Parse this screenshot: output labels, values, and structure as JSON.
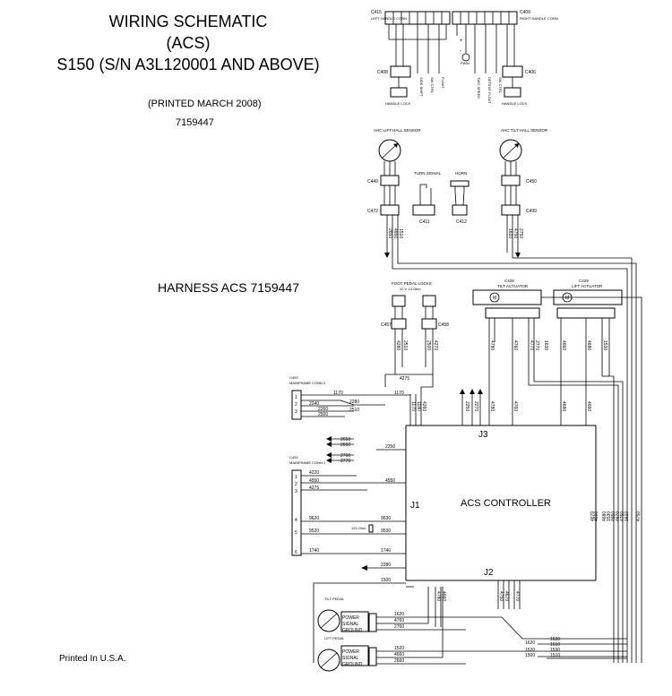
{
  "title": {
    "line1": "WIRING SCHEMATIC",
    "line2": "(ACS)",
    "line3": "S150 (S/N A3L120001 AND ABOVE)",
    "printed": "(PRINTED MARCH 2008)",
    "part_number": "7159447"
  },
  "harness_label": "HARNESS ACS 7159447",
  "controller_label": "ACS CONTROLLER",
  "footer": "Printed In U.S.A.",
  "connectors": {
    "j1": "J1",
    "j2": "J2",
    "j3": "J3",
    "c415": "C415",
    "c415_desc": "LEFT HANDLE CONN",
    "c409": "C409",
    "c409_desc": "RIGHT HANDLE CONN",
    "c408": "C408",
    "c406": "C406",
    "c449": "C449",
    "c450": "C450",
    "c472": "C472",
    "c499": "C499",
    "c411": "C411",
    "c412": "C412",
    "c457": "C457",
    "c458": "C458",
    "c428": "C428",
    "c429": "C429",
    "c493": "C493",
    "c493_desc": "MAINFRAME CONN 2",
    "c492": "C492",
    "c492_desc": "MAINFRAME CONN 1"
  },
  "components": {
    "handle_lock_left": "HANDLE LOCK",
    "handle_lock_right": "HANDLE LOCK",
    "side_shift": "SIDE SHIFT",
    "sw_ctrl_left": "SW CTRL",
    "float": "FLOAT",
    "pwm": "PWM",
    "two_speed": "TWO SPEED",
    "detent_float": "DETENT FLOAT",
    "sw_ctrl_right": "SW CTRL",
    "lift_hall": "AHC LIFT HALL SENSOR",
    "tilt_hall": "AHC TILT HALL SENSOR",
    "turn_signal": "TURN SIGNAL",
    "horn": "HORN",
    "foot_pedal_locks": "FOOT PEDAL LOCKS",
    "foot_pedal_ohm": "12 V 13 Ohm",
    "tilt_actuator": "TILT ACTUATOR",
    "lift_actuator": "LIFT ACTUATOR",
    "resistor": "120 Ohm",
    "tilt_pedal": "TILT PEDAL",
    "lift_pedal": "LIFT PEDAL",
    "power": "POWER",
    "signal": "SIGNAL",
    "ground": "GROUND"
  },
  "wires": {
    "w2650a": "2650",
    "w4650": "4650",
    "w1510a": "1510",
    "w1610": "1610",
    "w4750": "4750",
    "w2750": "2750",
    "w4275": "4275",
    "w4280": "4280",
    "w2510": "2510",
    "w2500": "2500",
    "w4270": "4270",
    "w4760": "4760",
    "w4770": "4770",
    "w2770": "2770",
    "w1630": "1630",
    "w4660": "4660",
    "w4680": "4680",
    "w1530": "1530",
    "w1170a": "1170",
    "w1170b": "1170",
    "w2280a": "2280",
    "w2510b": "2510",
    "w2240": "2240",
    "w2260": "2260",
    "w2500b": "2500",
    "w2650b": "2650",
    "w2660": "2660",
    "w2760": "2760",
    "w2770b": "2770",
    "w2250": "2250",
    "w4220": "4220",
    "w4550a": "4550",
    "w4550b": "4550",
    "w4275b": "4275",
    "w9620": "9620",
    "w9630": "9630",
    "w9520": "9520",
    "w9530": "9530",
    "w1740a": "1740",
    "w1740b": "1740",
    "w2280b": "2280",
    "w1500": "1500",
    "w1620": "1620",
    "w4760b": "4760",
    "w2760b": "2760",
    "w1520": "1520",
    "w4660b": "4660",
    "w2660b": "2660",
    "w1620b": "1620",
    "w1610b": "1610",
    "w1530b": "1530",
    "w1500b": "1500",
    "w1510b": "1510",
    "w1630b": "1630",
    "w4780": "4780",
    "w4660c": "4660",
    "w4750b": "4750",
    "w4770b": "4770",
    "w4670": "4670",
    "w4660d": "4660",
    "w4680b": "4680",
    "w1610c": "1610",
    "w1530c": "1530",
    "w4650b": "4650",
    "w4670b": "4670",
    "w4750c": "4750",
    "w1180": "1180",
    "w4260": "4260",
    "w2250b": "2250",
    "w2270": "2270",
    "w4780b": "4780",
    "w4680c": "4680",
    "w4660e": "4660"
  }
}
